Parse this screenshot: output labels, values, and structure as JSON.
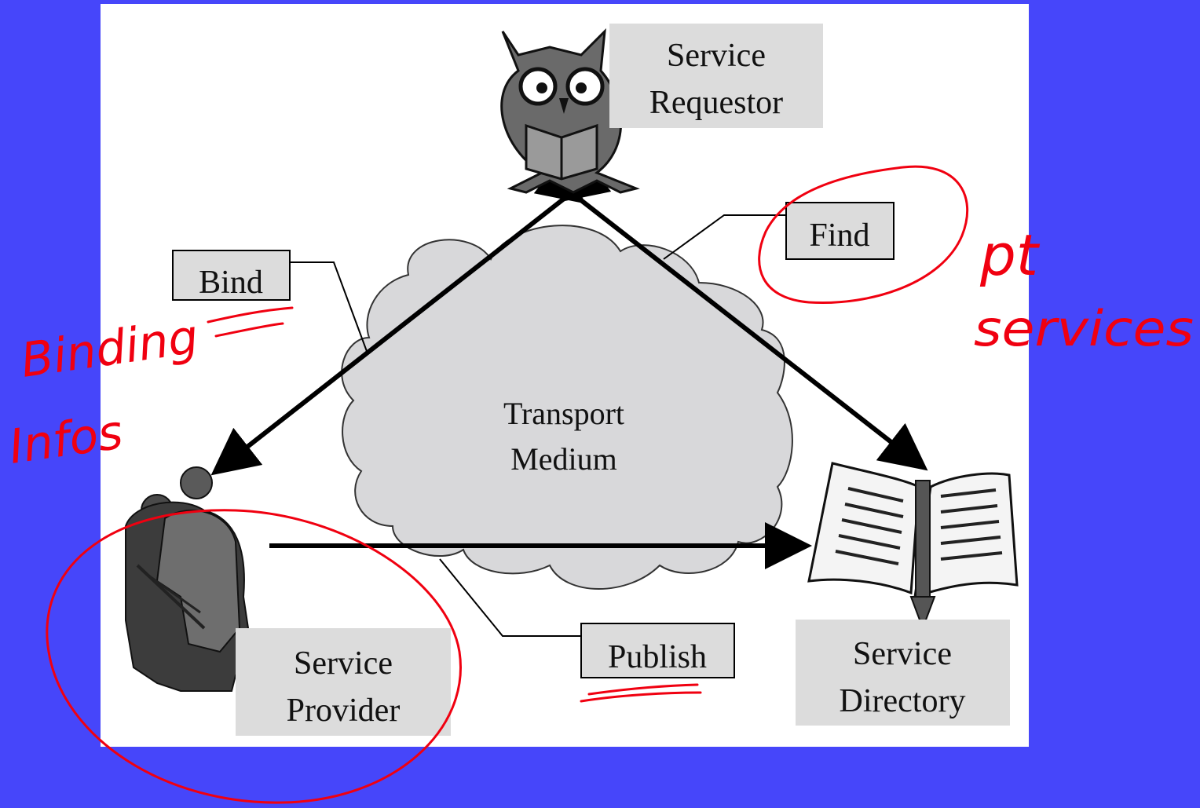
{
  "diagram": {
    "title": "",
    "nodes": {
      "requestor": {
        "line1": "Service",
        "line2": "Requestor",
        "icon": "owl-reading-book-icon"
      },
      "provider": {
        "line1": "Service",
        "line2": "Provider",
        "icon": "business-people-icon"
      },
      "directory": {
        "line1": "Service",
        "line2": "Directory",
        "icon": "open-book-icon"
      },
      "medium": {
        "line1": "Transport",
        "line2": "Medium"
      }
    },
    "operations": {
      "bind": "Bind",
      "find": "Find",
      "publish": "Publish"
    }
  },
  "annotations": {
    "color": "#f00010",
    "binding_line1": "Binding",
    "binding_line2": "Infos",
    "services_line1": "pt",
    "services_line2": "services"
  },
  "colors": {
    "background": "#4646fa",
    "panel": "#ffffff",
    "label_box": "#dcdcdc",
    "cloud": "#d8d8da"
  }
}
